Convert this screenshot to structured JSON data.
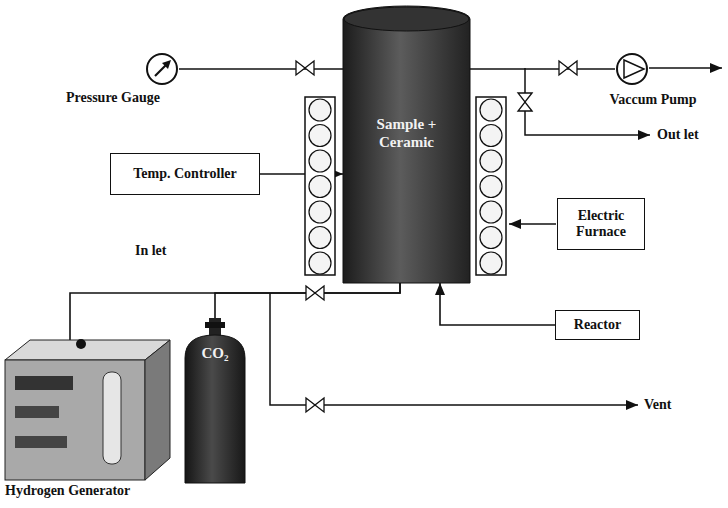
{
  "diagram": {
    "nodes": [
      {
        "text": [
          "Pressure Gauge"
        ]
      },
      {
        "text": [
          "Sample + Ceramic"
        ]
      },
      {
        "text": [
          "Vaccum Pump"
        ]
      },
      {
        "text": [
          "Temp. Controller"
        ]
      },
      {
        "text": [
          "Electric Furnace"
        ]
      },
      {
        "text": [
          "Reactor"
        ]
      },
      {
        "text": [
          "CO₂"
        ]
      },
      {
        "text": [
          "Hydrogen Generator"
        ]
      }
    ],
    "edges": [
      {
        "from": 0,
        "to": 1,
        "arrow": "none"
      },
      {
        "from": 1,
        "to": 2,
        "arrow": "none"
      },
      {
        "from": 3,
        "to": 1,
        "arrow": "to"
      },
      {
        "from": 5,
        "to": 1,
        "arrow": "to"
      },
      {
        "from": 7,
        "to": 1,
        "arrow": "none"
      },
      {
        "from": 6,
        "to": 1,
        "arrow": "none"
      }
    ],
    "labels": [
      "Out let",
      "In let",
      "Vent"
    ]
  }
}
